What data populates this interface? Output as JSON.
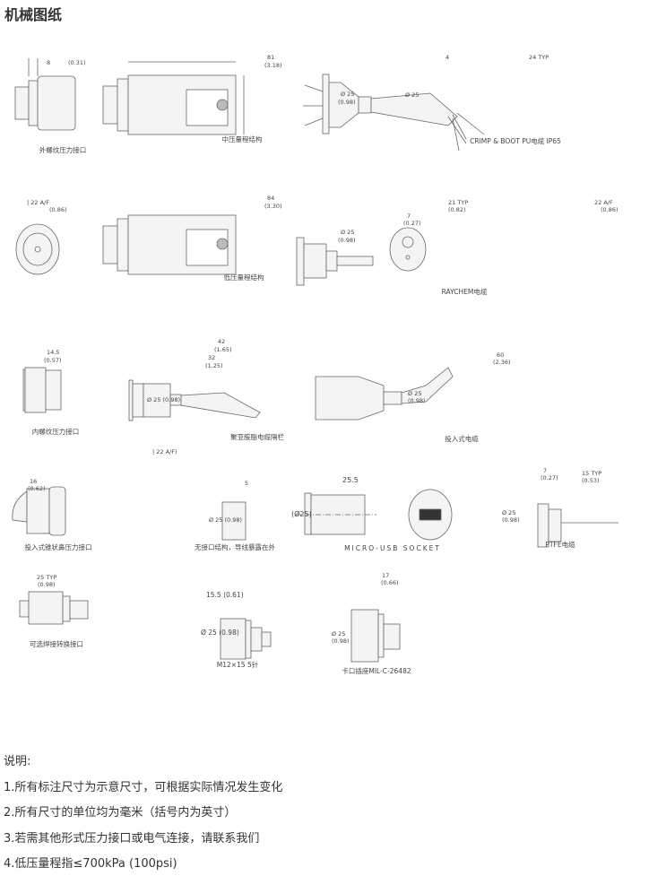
{
  "title": "机械图纸",
  "captions": [
    "外螺纹压力接口",
    "中压量程结构",
    "CRIMP & BOOT PU电缆 IP65",
    "低压量程结构",
    "RAYCHEM电缆",
    "内螺纹压力接口",
    "聚亚胺脂电缆隔栏",
    "投入式电缆",
    "投入式锥状鼻压力接口",
    "无接口结构，导线暴露在外",
    "MICRO-USB SOCKET",
    "PTFE电缆",
    "可选焊接转换接口",
    "M12×15 5针",
    "卡口插座MIL-C-26482"
  ],
  "dims": [
    "8",
    "(0.31)",
    "81",
    "(3.18)",
    "Ø 25",
    "(0.98)",
    "4",
    "24 TYP",
    "Ø 25",
    "| 22 A/F",
    "(0.86)",
    "84",
    "(3.30)",
    "Ø 25",
    "(0.98)",
    "7",
    "(0.27)",
    "21 TYP",
    "(0.82)",
    "22 A/F",
    "(0.86)",
    "14.5",
    "(0.57)",
    "42",
    "(1.65)",
    "32",
    "(1.25)",
    "Ø 25 (0.98)",
    "| 22 A/F)",
    "60",
    "(2.36)",
    "Ø 25",
    "(0.98)",
    "16",
    "(0.62)",
    "5",
    "Ø 25 (0.98)",
    "25.5",
    "(Ø25)",
    "7",
    "(0.27)",
    "15 TYP",
    "(0.53)",
    "Ø 25",
    "(0.98)",
    "25 TYP",
    "(0.98)",
    "15.5 (0.61)",
    "Ø 25 (0.98)",
    "17",
    "(0.66)",
    "Ø 25",
    "(0.98)"
  ],
  "notes": {
    "heading": "说明:",
    "items": [
      "1.所有标注尺寸为示意尺寸，可根据实际情况发生变化",
      "2.所有尺寸的单位均为毫米（括号内为英寸）",
      "3.若需其他形式压力接口或电气连接，请联系我们",
      "4.低压量程指≤700kPa (100psi)"
    ]
  }
}
